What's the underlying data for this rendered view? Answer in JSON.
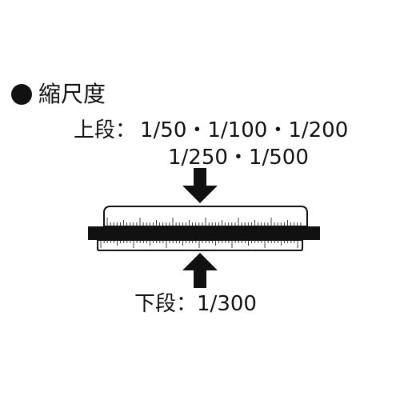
{
  "heading": {
    "bullet": "●",
    "title": "縮尺度"
  },
  "upper": {
    "label": "上段：",
    "line1": "1/50・1/100・1/200",
    "line2": "1/250・1/500"
  },
  "lower": {
    "label": "下段：",
    "value": "1/300"
  }
}
